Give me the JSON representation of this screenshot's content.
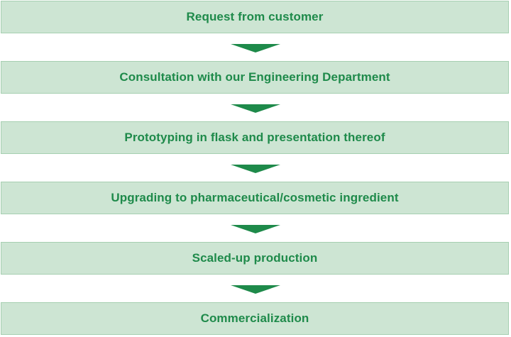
{
  "steps": [
    {
      "label": "Request from customer"
    },
    {
      "label": "Consultation with our Engineering Department"
    },
    {
      "label": "Prototyping in flask and presentation thereof"
    },
    {
      "label": "Upgrading to pharmaceutical/cosmetic ingredient"
    },
    {
      "label": "Scaled-up production"
    },
    {
      "label": "Commercialization"
    }
  ],
  "colors": {
    "box_fill": "#cde5d3",
    "box_border": "#a6cfb1",
    "text": "#1e8a4a",
    "arrow": "#1e8a4a"
  }
}
